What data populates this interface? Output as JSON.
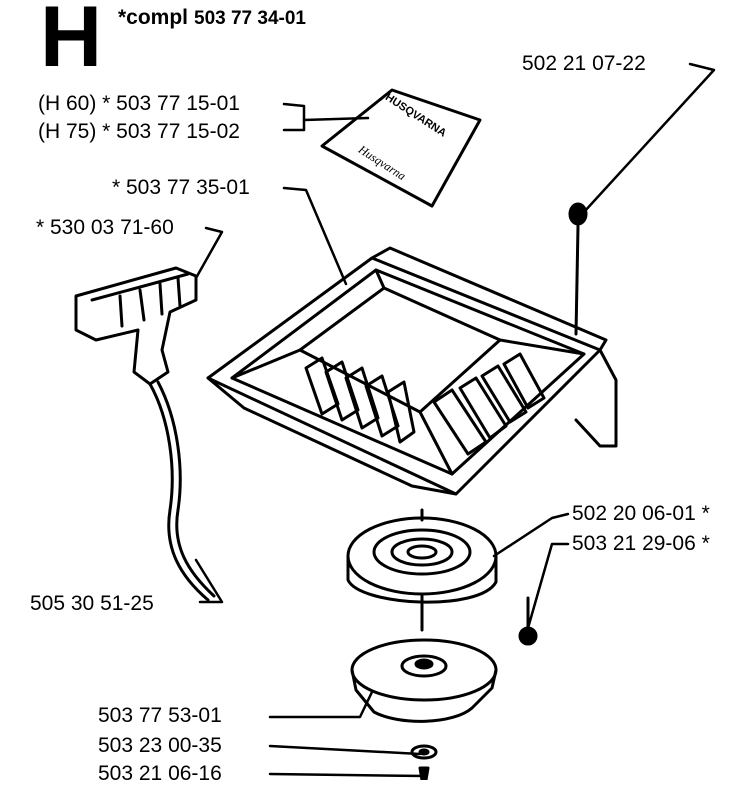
{
  "header": {
    "section_letter": "H",
    "compl_label": "*compl",
    "compl_number": "503 77 34-01"
  },
  "labels": {
    "screw_top": "502 21 07-22",
    "decal_h60": "(H 60) * 503 77 15-01",
    "decal_h75": "(H 75) * 503 77 15-02",
    "housing": "* 503 77 35-01",
    "handle": "* 530 03 71-60",
    "rope": "505 30 51-25",
    "spring": "502 20 06-01 *",
    "screw_side": "503 21 29-06 *",
    "pulley": "503 77 53-01",
    "washer": "503 23 00-35",
    "bolt": "503 21 06-16"
  },
  "decal_text": {
    "line1": "HUSQVARNA",
    "line2": "Husqvarna"
  }
}
